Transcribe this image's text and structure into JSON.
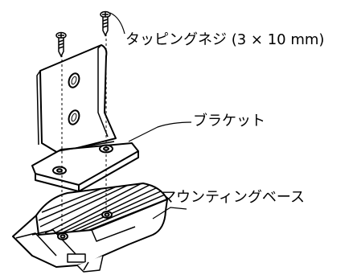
{
  "labels": {
    "screw": "タッピングネジ (3 × 10 mm)",
    "bracket": "ブラケット",
    "mounting_base": "マウンティングベース"
  },
  "colors": {
    "line": "#000000",
    "fill": "#ffffff",
    "shade": "#d6d6d6"
  }
}
